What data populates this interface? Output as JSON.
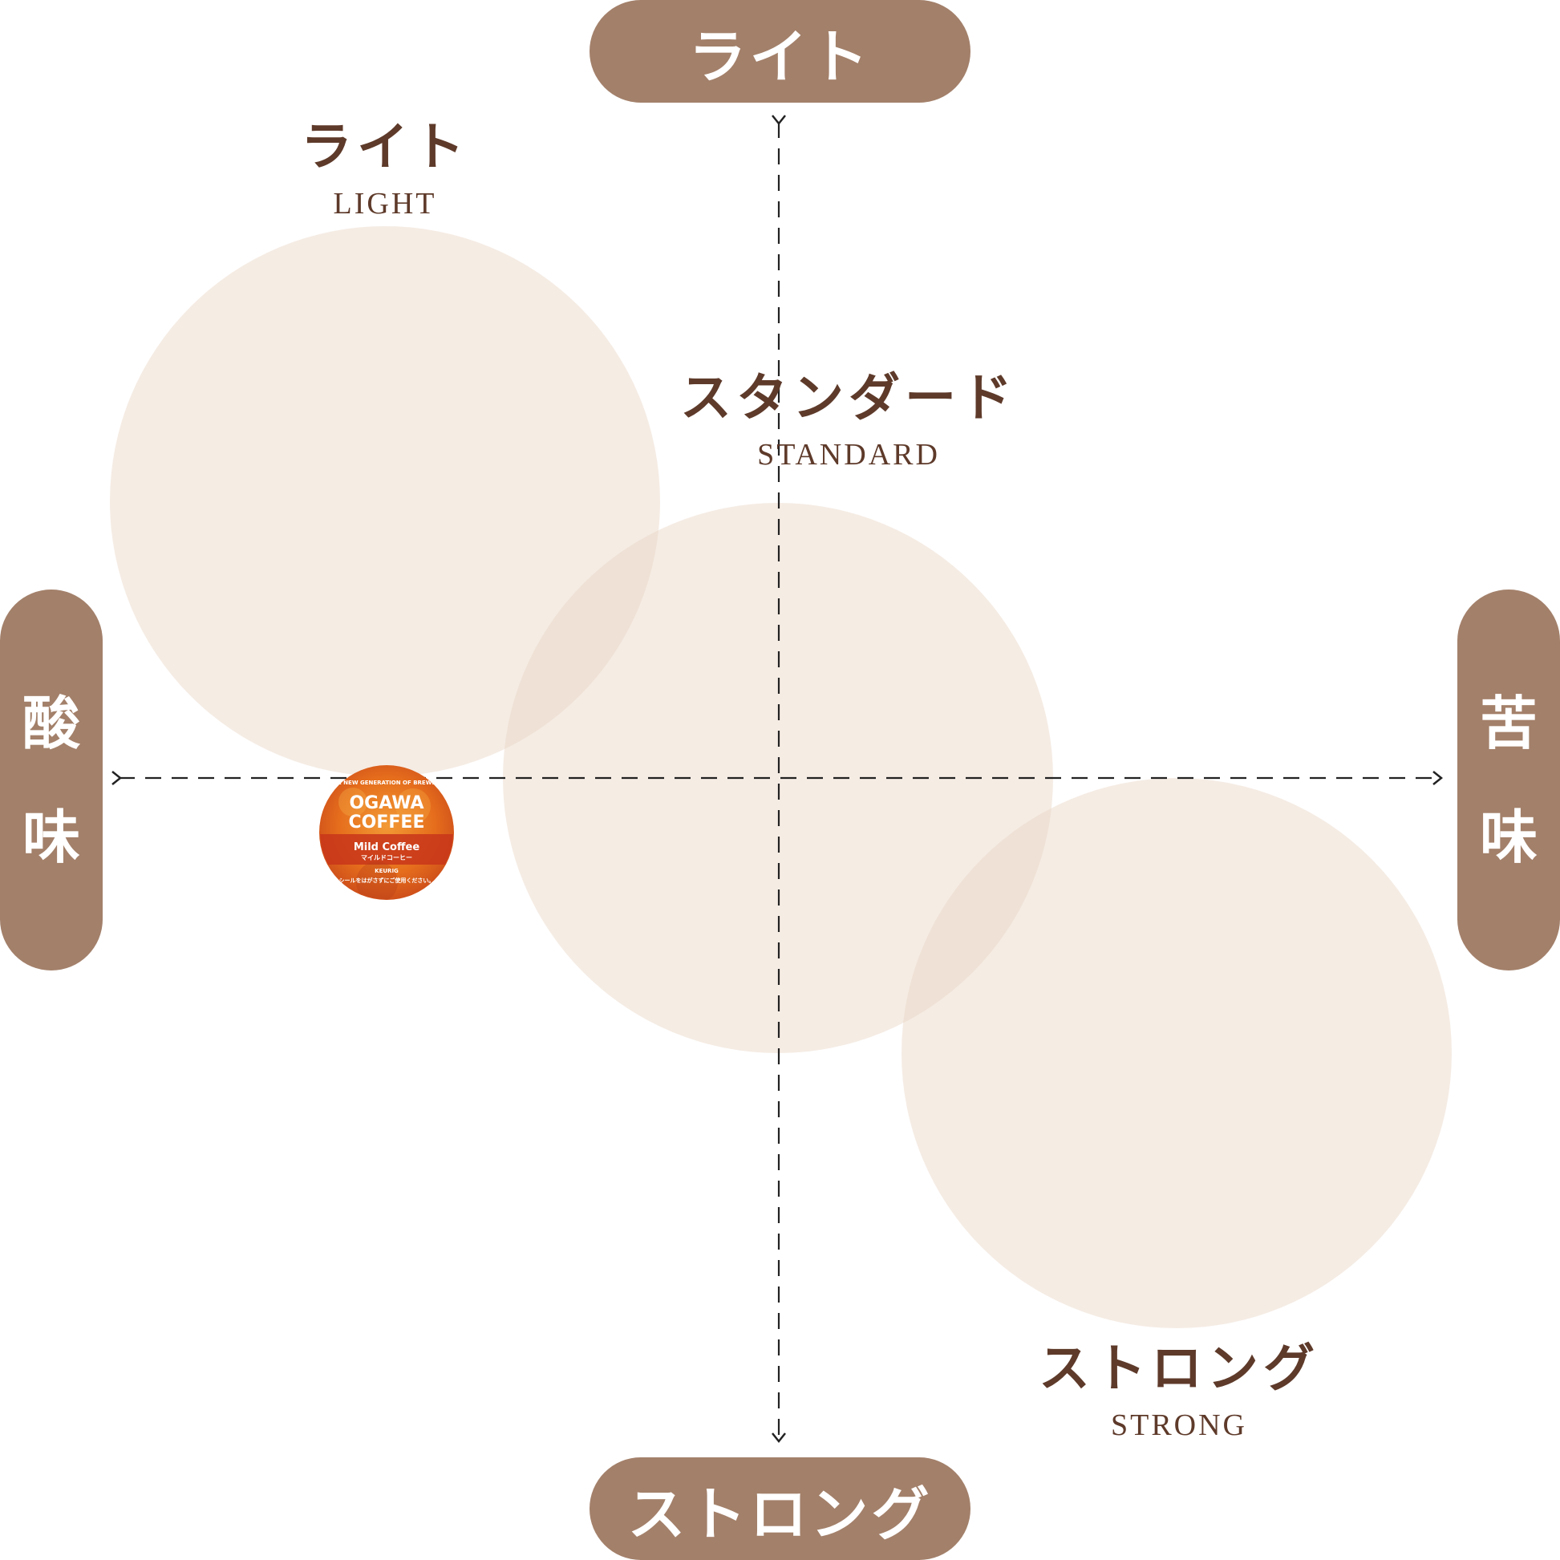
{
  "axes": {
    "top": "ライト",
    "bottom": "ストロング",
    "left": [
      "酸",
      "味"
    ],
    "right": [
      "苦",
      "味"
    ]
  },
  "zones": {
    "light": {
      "jp": "ライト",
      "en": "LIGHT"
    },
    "standard": {
      "jp": "スタンダード",
      "en": "STANDARD"
    },
    "strong": {
      "jp": "ストロング",
      "en": "STRONG"
    }
  },
  "product": {
    "arc_text": "THE NEW GENERATION OF BREWERS",
    "brand_line1": "OGAWA",
    "brand_line2": "COFFEE",
    "name_en": "Mild Coffee",
    "name_jp": "マイルドコーヒー",
    "maker": "KEURIG",
    "note": "シールをはがさずにご使用ください。"
  },
  "colors": {
    "pill": "#a3806a",
    "circle": "#f3e8df",
    "label": "#5e3a2a",
    "axis": "#222222",
    "badge": "#e8621a"
  }
}
